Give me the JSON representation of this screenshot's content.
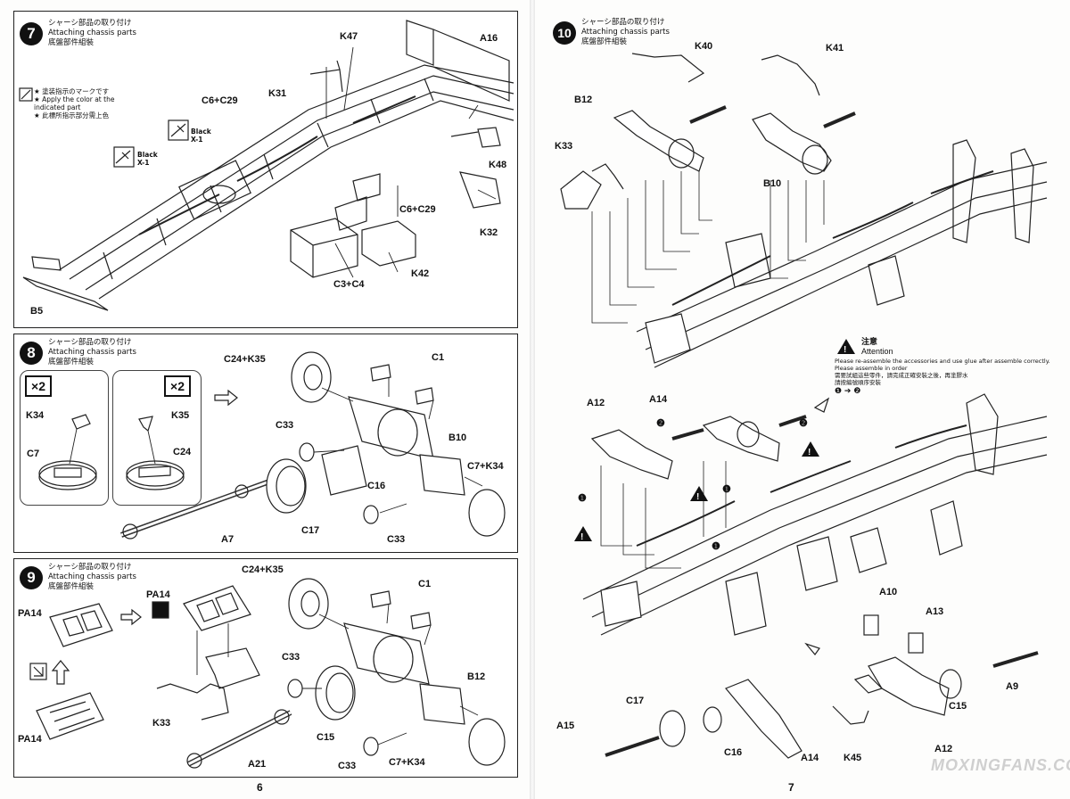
{
  "left_page": {
    "page_number": "6",
    "step7": {
      "number": "7",
      "title": "シャーシ部品の取り付け\nAttaching chassis parts\n底盤部件組裝",
      "legend": "★ 塗装指示のマークです\n★ Apply the color at the\n   indicated part\n★ 此標所指示部分需上色",
      "paint_labels": [
        "Black\nX-1",
        "Black\nX-1"
      ],
      "labels": [
        "K47",
        "A16",
        "K31",
        "C6+C29",
        "K48",
        "C6+C29",
        "K32",
        "K42",
        "C3+C4",
        "B5"
      ]
    },
    "step8": {
      "number": "8",
      "title": "シャーシ部品の取り付け\nAttaching chassis parts\n底盤部件組裝",
      "multiplier": "×2",
      "labels": [
        "K34",
        "C7",
        "K35",
        "C24",
        "C24+K35",
        "C1",
        "C33",
        "B10",
        "C16",
        "C7+K34",
        "C17",
        "C33",
        "A7"
      ]
    },
    "step9": {
      "number": "9",
      "title": "シャーシ部品の取り付け\nAttaching chassis parts\n底盤部件組裝",
      "labels": [
        "PA14",
        "PA14",
        "PA14",
        "K33",
        "C24+K35",
        "C1",
        "C33",
        "B12",
        "C15",
        "A21",
        "C33",
        "C7+K34"
      ]
    }
  },
  "right_page": {
    "page_number": "7",
    "step10": {
      "number": "10",
      "title": "シャーシ部品の取り付け\nAttaching chassis parts\n底盤部件組裝",
      "labels": [
        "K40",
        "K41",
        "B12",
        "K33",
        "B10",
        "A12",
        "A14",
        "A10",
        "A13",
        "A9",
        "C15",
        "A12",
        "K45",
        "A14",
        "C16",
        "C17",
        "A15"
      ],
      "attention": {
        "heading_jp": "注意",
        "heading_en": "Attention",
        "text": "Please re-assemble the accessories and use glue after assemble correctly.\nPlease assemble in order\n需要試組這些零件，請完成正確安裝之後，再塗膠水\n請按編號順序安裝",
        "order": "❶ ➔ ❷"
      },
      "order_markers": [
        "❶",
        "❷",
        "❷",
        "❶",
        "❶"
      ]
    },
    "watermark": "MOXINGFANS.COM"
  },
  "colors": {
    "ink": "#111111",
    "paper": "#fdfdfc",
    "frame": "#222222"
  }
}
